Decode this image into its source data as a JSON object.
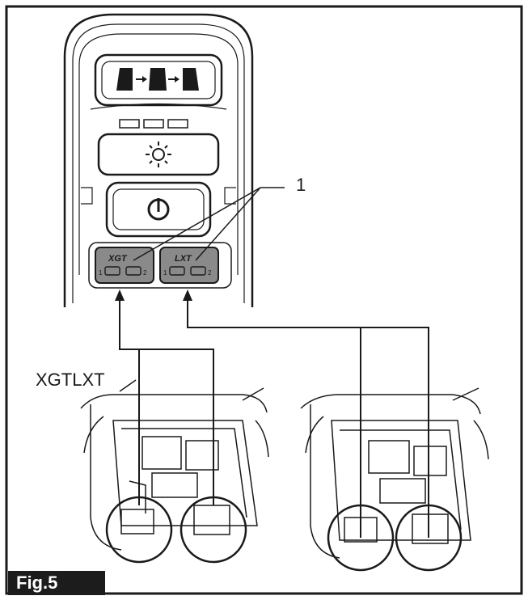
{
  "figure": {
    "label": "Fig.5",
    "callout_number": "1",
    "left_caption": "XGTLXT",
    "indicator_left_badge": "XGT",
    "indicator_right_badge": "LXT",
    "slot_number_1": "1",
    "slot_number_2": "2"
  },
  "colors": {
    "line": "#1a1a1a",
    "indicator_fill": "#8a8a8a",
    "badge_bg": "#1c1c1c"
  }
}
